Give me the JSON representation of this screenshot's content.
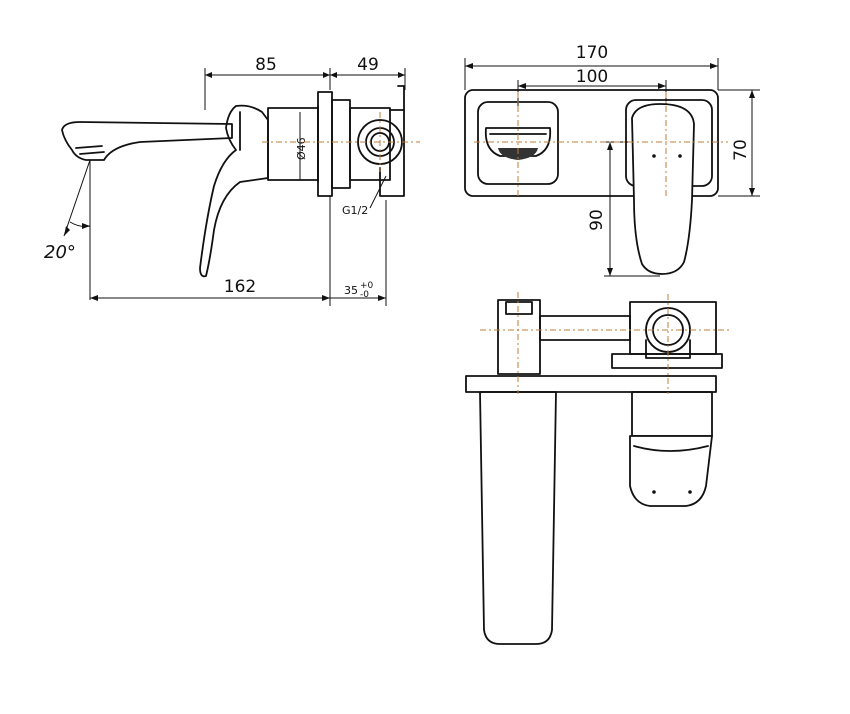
{
  "side_view": {
    "dim_top_left": "85",
    "dim_top_right": "49",
    "dim_bottom": "162",
    "dim_bottom_small": "35",
    "dim_bottom_small_tol": "+0",
    "dim_bottom_small_tol2": "-0",
    "dim_diameter": "Ø46",
    "thread_label": "G1/2",
    "angle_label": "20°"
  },
  "front_view": {
    "dim_width": "170",
    "dim_inner": "100",
    "dim_height": "70",
    "dim_handle": "90"
  },
  "colors": {
    "line": "#111111",
    "centerline": "#c07b3a"
  }
}
